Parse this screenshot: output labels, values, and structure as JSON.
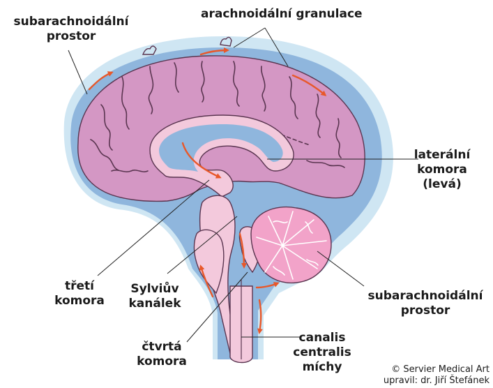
{
  "labels": {
    "subarachnoid_top": [
      "subarachnoidální",
      "prostor"
    ],
    "arachnoid_granulations": [
      "arachnoidální granulace"
    ],
    "lateral_ventricle": [
      "laterální",
      "komora",
      "(levá)"
    ],
    "third_ventricle": [
      "třetí",
      "komora"
    ],
    "sylvian_aqueduct": [
      "Sylviův",
      "kanálek"
    ],
    "subarachnoid_bottom": [
      "subarachnoidální",
      "prostor"
    ],
    "fourth_ventricle": [
      "čtvrtá",
      "komora"
    ],
    "central_canal": [
      "canalis",
      "centralis",
      "míchy"
    ]
  },
  "credit": [
    "© Servier Medical Art",
    "upravil: dr. Jiří Štefánek"
  ],
  "colors": {
    "outer_membrane": "#cfe6f3",
    "csf": "#8fb6dd",
    "brain": "#d497c4",
    "brain_fold": "#5a3550",
    "ventricle": "#f3c9dc",
    "cerebellum": "#f2a3c9",
    "flow_arrow": "#e8582a",
    "leader_line": "#222222"
  }
}
